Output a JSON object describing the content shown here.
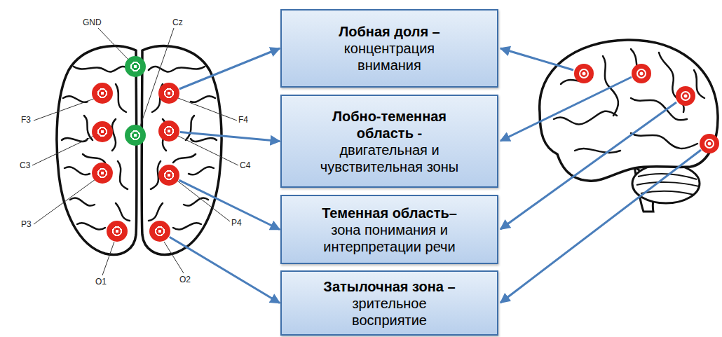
{
  "diagram": {
    "nodes": [
      {
        "text": [
          "GND"
        ]
      },
      {
        "text": [
          "Cz"
        ]
      },
      {
        "text": [
          "F3"
        ]
      },
      {
        "text": [
          "F4"
        ]
      },
      {
        "text": [
          "C3"
        ]
      },
      {
        "text": [
          "C4"
        ]
      },
      {
        "text": [
          "P3"
        ]
      },
      {
        "text": [
          "P4"
        ]
      },
      {
        "text": [
          "O1"
        ]
      },
      {
        "text": [
          "O2"
        ]
      },
      {
        "text": [
          "Лобная доля –",
          "концентрация внимания"
        ]
      },
      {
        "text": [
          "Лобно-теменная область -",
          "двигательная и чувствительная зоны"
        ]
      },
      {
        "text": [
          "Теменная область–",
          "зона понимания и интерпретации речи"
        ]
      },
      {
        "text": [
          "Затылочная зона –",
          "зрительное восприятие"
        ]
      }
    ],
    "edges": [
      {
        "from": 3,
        "to": 10,
        "arrow": "to"
      },
      {
        "from": 5,
        "to": 11,
        "arrow": "to"
      },
      {
        "from": 7,
        "to": 12,
        "arrow": "to"
      },
      {
        "from": 9,
        "to": 13,
        "arrow": "to"
      }
    ]
  }
}
